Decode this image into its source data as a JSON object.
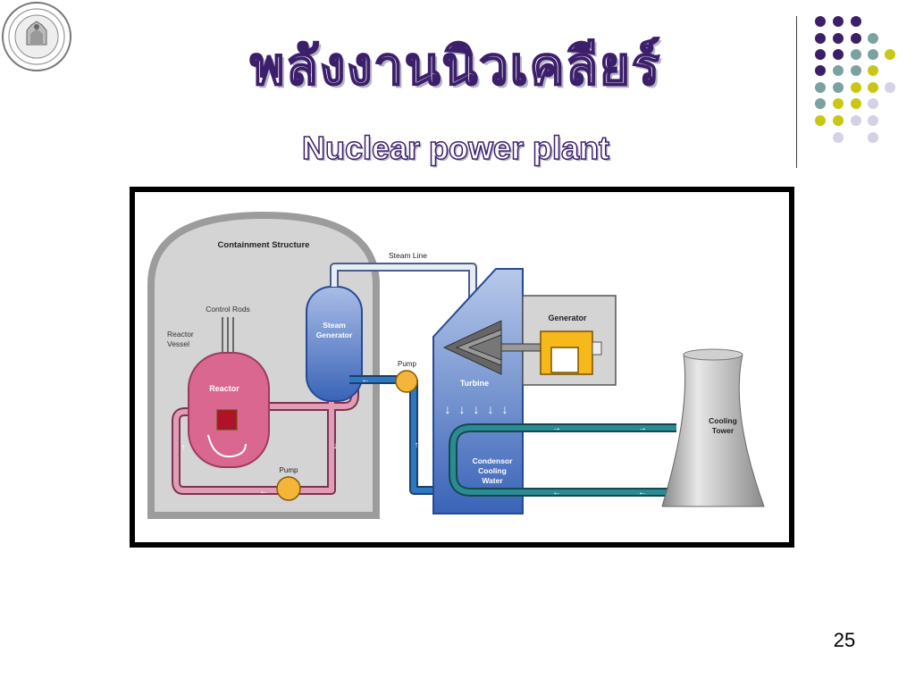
{
  "slide": {
    "title_thai": "พลังงานนิวเคลียร์",
    "title_english": "Nuclear power plant",
    "slide_number": "25"
  },
  "diagram": {
    "containment_structure": "Containment Structure",
    "control_rods": "Control Rods",
    "reactor_vessel_line1": "Reactor",
    "reactor_vessel_line2": "Vessel",
    "reactor": "Reactor",
    "steam_generator_line1": "Steam",
    "steam_generator_line2": "Generator",
    "steam_line": "Steam Line",
    "pump_top": "Pump",
    "pump_bottom": "Pump",
    "turbine": "Turbine",
    "generator": "Generator",
    "condensor_line1": "Condensor",
    "condensor_line2": "Cooling",
    "condensor_line3": "Water",
    "cooling_tower_line1": "Cooling",
    "cooling_tower_line2": "Tower"
  },
  "colors": {
    "title_outline": "#3c1f6a",
    "dot_purple": "#3c1f6a",
    "dot_teal": "#7aa3a0",
    "dot_yellow": "#c8c814",
    "dot_lavender": "#d4d2e6",
    "reactor_pink": "#d9678f",
    "steam_blue": "#5b7fc4",
    "pump_orange": "#f4b63a",
    "generator_yellow": "#f6b81a"
  }
}
